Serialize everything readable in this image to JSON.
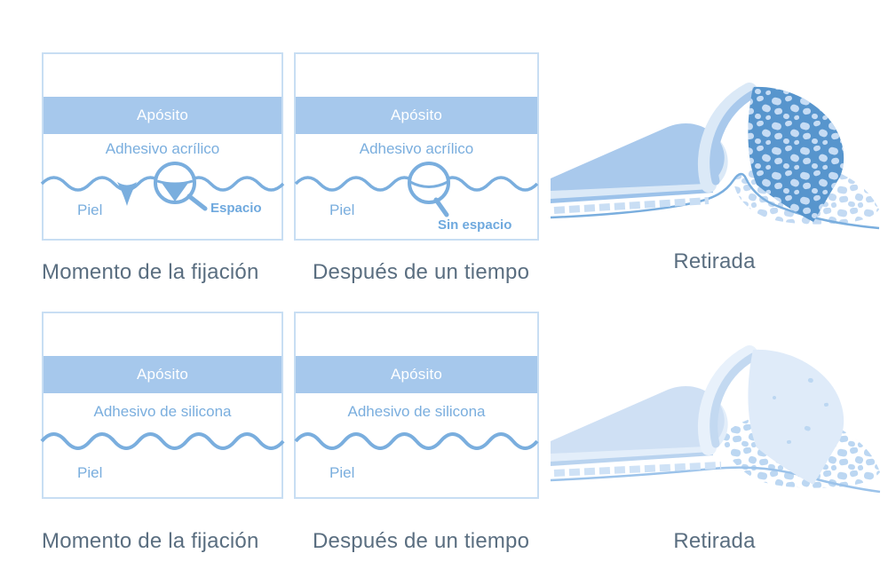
{
  "colors": {
    "accent_blue": "#7aaede",
    "band_blue": "#a6c8ec",
    "border_blue": "#c8def3",
    "callout_blue": "#6fa9de",
    "caption_gray": "#5a6e80",
    "flap_dark_blue": "#5795cd",
    "cell_light_blue": "#c6dcf4",
    "pale_blue": "#dfebf9"
  },
  "rows": [
    {
      "id": "acrylic",
      "boxes": [
        {
          "band": "Apósito",
          "adhesive": "Adhesivo acrílico",
          "skin": "Piel",
          "callout": "Espacio",
          "caption": "Momento de la fijación"
        },
        {
          "band": "Apósito",
          "adhesive": "Adhesivo acrílico",
          "skin": "Piel",
          "callout": "Sin espacio",
          "caption": "Después de un tiempo"
        }
      ],
      "illustration_caption": "Retirada"
    },
    {
      "id": "silicone",
      "boxes": [
        {
          "band": "Apósito",
          "adhesive": "Adhesivo de silicona",
          "skin": "Piel",
          "caption": "Momento de la fijación"
        },
        {
          "band": "Apósito",
          "adhesive": "Adhesivo de silicona",
          "skin": "Piel",
          "caption": "Después de un tiempo"
        }
      ],
      "illustration_caption": "Retirada"
    }
  ]
}
